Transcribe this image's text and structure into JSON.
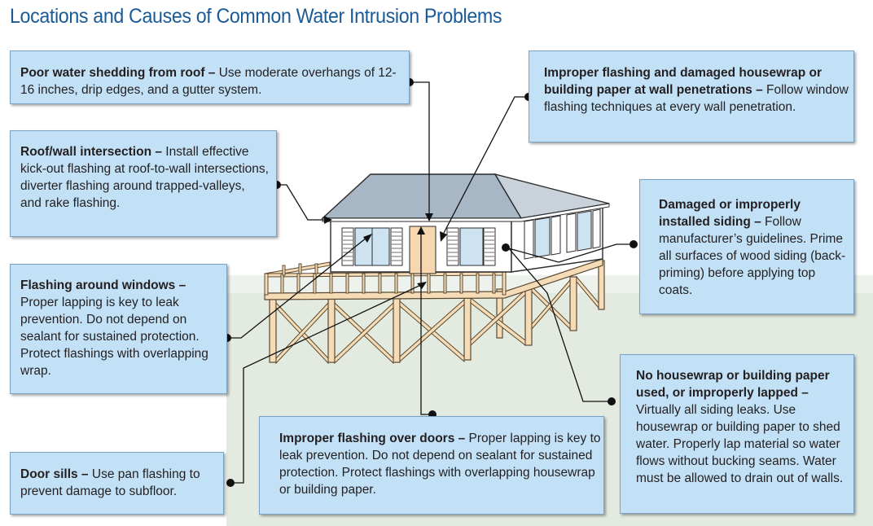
{
  "title": "Locations and Causes of Common Water Intrusion Problems",
  "colors": {
    "title": "#1a5a96",
    "callout_fill": "#c3e1f6",
    "callout_border": "#7aa2c2",
    "wood": "#f6dcb6",
    "ground": "#e3ebe1",
    "leader": "#111111"
  },
  "callouts": {
    "roof_shedding": {
      "heading": "Poor water shedding from roof –",
      "body": " Use moderate overhangs of 12-16 inches, drip edges, and a gutter system."
    },
    "roof_wall": {
      "heading": "Roof/wall intersection –",
      "body": " Install effective kick-out flashing at roof-to-wall intersections, diverter flashing around trapped-valleys, and rake flashing."
    },
    "windows": {
      "heading": "Flashing around windows –",
      "body": " Proper lapping is key to leak prevention. Do not depend on sealant for sustained protection. Protect flashings with overlapping wrap."
    },
    "door_sills": {
      "heading": "Door sills –",
      "body": " Use pan flashing to prevent damage to subfloor."
    },
    "wall_penetrations": {
      "heading": "Improper flashing and damaged housewrap or building paper at wall penetrations –",
      "body": " Follow window flashing techniques at every wall penetration."
    },
    "siding": {
      "heading": "Damaged or improperly installed siding –",
      "body": " Follow manufacturer’s guidelines. Prime all surfaces of wood siding (back-priming) before applying top coats."
    },
    "housewrap": {
      "heading": "No housewrap or building paper used, or improperly lapped –",
      "body": " Virtually all siding leaks. Use housewrap or building paper to shed water. Properly lap material so water flows without bucking seams. Water must be allowed to drain out of walls."
    },
    "doors": {
      "heading": "Improper flashing over doors –",
      "body": " Proper lapping is key to leak prevention. Do not depend on sealant for sustained protection. Protect flashings with overlapping housewrap or building paper."
    }
  }
}
